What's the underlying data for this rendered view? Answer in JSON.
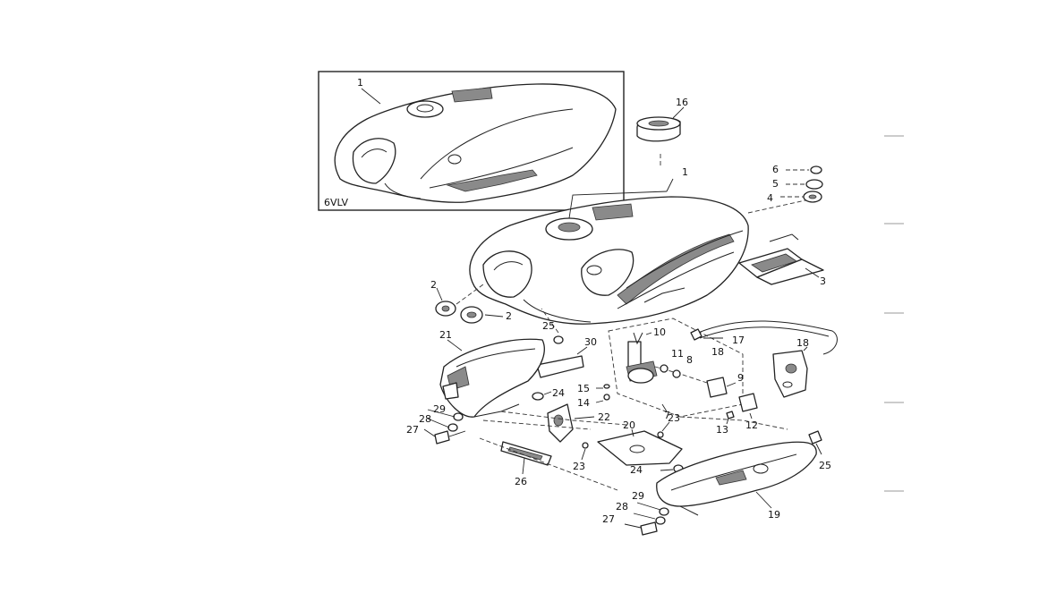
{
  "diagram": {
    "inset_code": "6VLV",
    "callouts": {
      "inset_1": "1",
      "c16": "16",
      "c1": "1",
      "c6": "6",
      "c5": "5",
      "c4": "4",
      "c3": "3",
      "c2a": "2",
      "c2b": "2",
      "c25a": "25",
      "c30": "30",
      "c21": "21",
      "c10": "10",
      "c17": "17",
      "c18a": "18",
      "c11": "11",
      "c8": "8",
      "c18b": "18",
      "c9": "9",
      "c24a": "24",
      "c15": "15",
      "c14": "14",
      "c7": "7",
      "c12": "12",
      "c13": "13",
      "c29a": "29",
      "c28a": "28",
      "c27a": "27",
      "c22": "22",
      "c23a": "23",
      "c20": "20",
      "c23b": "23",
      "c26": "26",
      "c24b": "24",
      "c25b": "25",
      "c29b": "29",
      "c28b": "28",
      "c27b": "27",
      "c19": "19"
    }
  }
}
